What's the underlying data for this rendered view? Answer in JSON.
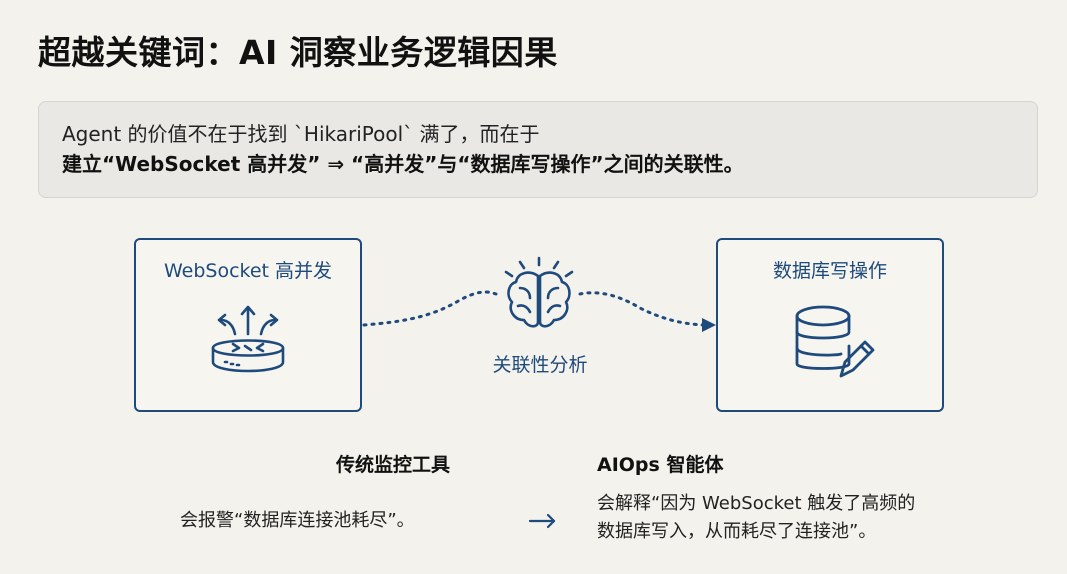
{
  "title": "超越关键词：AI 洞察业务逻辑因果",
  "callout": {
    "line1": "Agent 的价值不在于找到 `HikariPool` 满了，而在于",
    "line2": "建立“WebSocket 高并发” ⇒ “高并发”与“数据库写操作”之间的关联性。"
  },
  "diagram": {
    "left_box": {
      "label": "WebSocket 高并发",
      "icon": "router-icon"
    },
    "center": {
      "label": "关联性分析",
      "icon": "brain-icon"
    },
    "right_box": {
      "label": "数据库写操作",
      "icon": "database-edit-icon"
    },
    "accent_color": "#1f4a7c"
  },
  "comparison": {
    "traditional": {
      "heading": "传统监控工具",
      "text": "会报警“数据库连接池耗尽”。"
    },
    "aiops": {
      "heading": "AIOps 智能体",
      "text_line1": "会解释“因为 WebSocket 触发了高频的",
      "text_line2": "数据库写入，从而耗尽了连接池”。"
    }
  }
}
